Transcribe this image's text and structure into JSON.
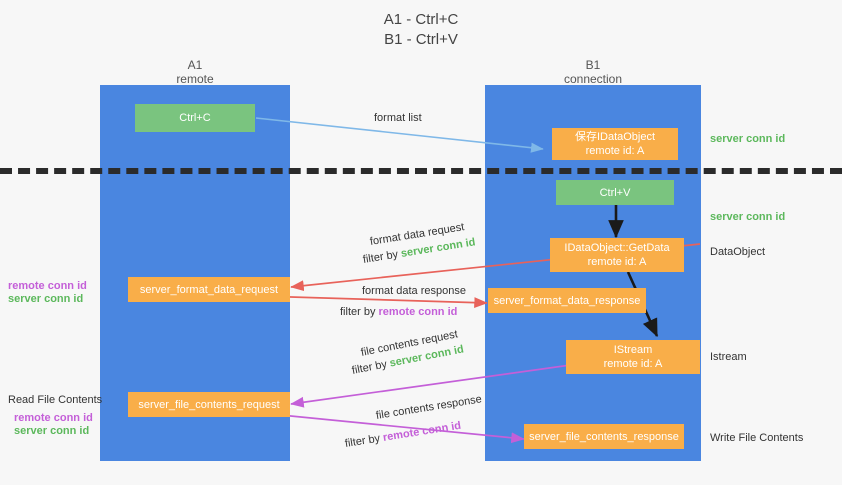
{
  "title": {
    "line1": "A1 - Ctrl+C",
    "line2": "B1 - Ctrl+V"
  },
  "lanes": [
    {
      "id": "a1",
      "name": "A1",
      "role": "remote"
    },
    {
      "id": "b1",
      "name": "B1",
      "role": "connection"
    }
  ],
  "boxes": {
    "ctrl_c": "Ctrl+C",
    "ctrl_v": "Ctrl+V",
    "save_idataobject_l1": "保存IDataObject",
    "save_idataobject_l2": "remote id: A",
    "getdata_l1": "IDataObject::GetData",
    "getdata_l2": "remote id: A",
    "istream_l1": "IStream",
    "istream_l2": "remote id: A",
    "server_format_data_request": "server_format_data_request",
    "server_format_data_response": "server_format_data_response",
    "server_file_contents_request": "server_file_contents_request",
    "server_file_contents_response": "server_file_contents_response"
  },
  "arrow_labels": {
    "format_list": "format list",
    "format_data_request": "format data request",
    "format_data_request_filter_prefix": "filter by ",
    "format_data_request_filter_value": "server conn id",
    "format_data_response": "format data response",
    "format_data_response_filter_prefix": "filter by ",
    "format_data_response_filter_value": "remote conn id",
    "file_contents_request": "file contents request",
    "file_contents_request_filter_prefix": "filter by ",
    "file_contents_request_filter_value": "server conn id",
    "file_contents_response": "file contents response",
    "file_contents_response_filter_prefix": "filter by ",
    "file_contents_response_filter_value": "remote conn id"
  },
  "right_labels": {
    "server_conn_id_top": "server conn id",
    "server_conn_id_mid": "server conn id",
    "dataobject": "DataObject",
    "istream": "Istream",
    "write_file_contents": "Write File Contents"
  },
  "left_labels": {
    "remote_conn_id_1": "remote conn id",
    "server_conn_id_1": "server conn id",
    "read_file_contents": "Read File Contents",
    "remote_conn_id_2": "remote conn id",
    "server_conn_id_2": "server conn id"
  },
  "colors": {
    "lane": "#4a86e0",
    "green_box": "#7ac47f",
    "orange_box": "#f9ae49",
    "green_text": "#5cb85c",
    "purple_text": "#c45fd8",
    "arrow_blue": "#7fb8e8",
    "arrow_red": "#e8625a",
    "arrow_purple": "#c45fd8",
    "arrow_black": "#1a1a1a",
    "divider": "#2b2b2b",
    "background": "#f7f7f7"
  }
}
